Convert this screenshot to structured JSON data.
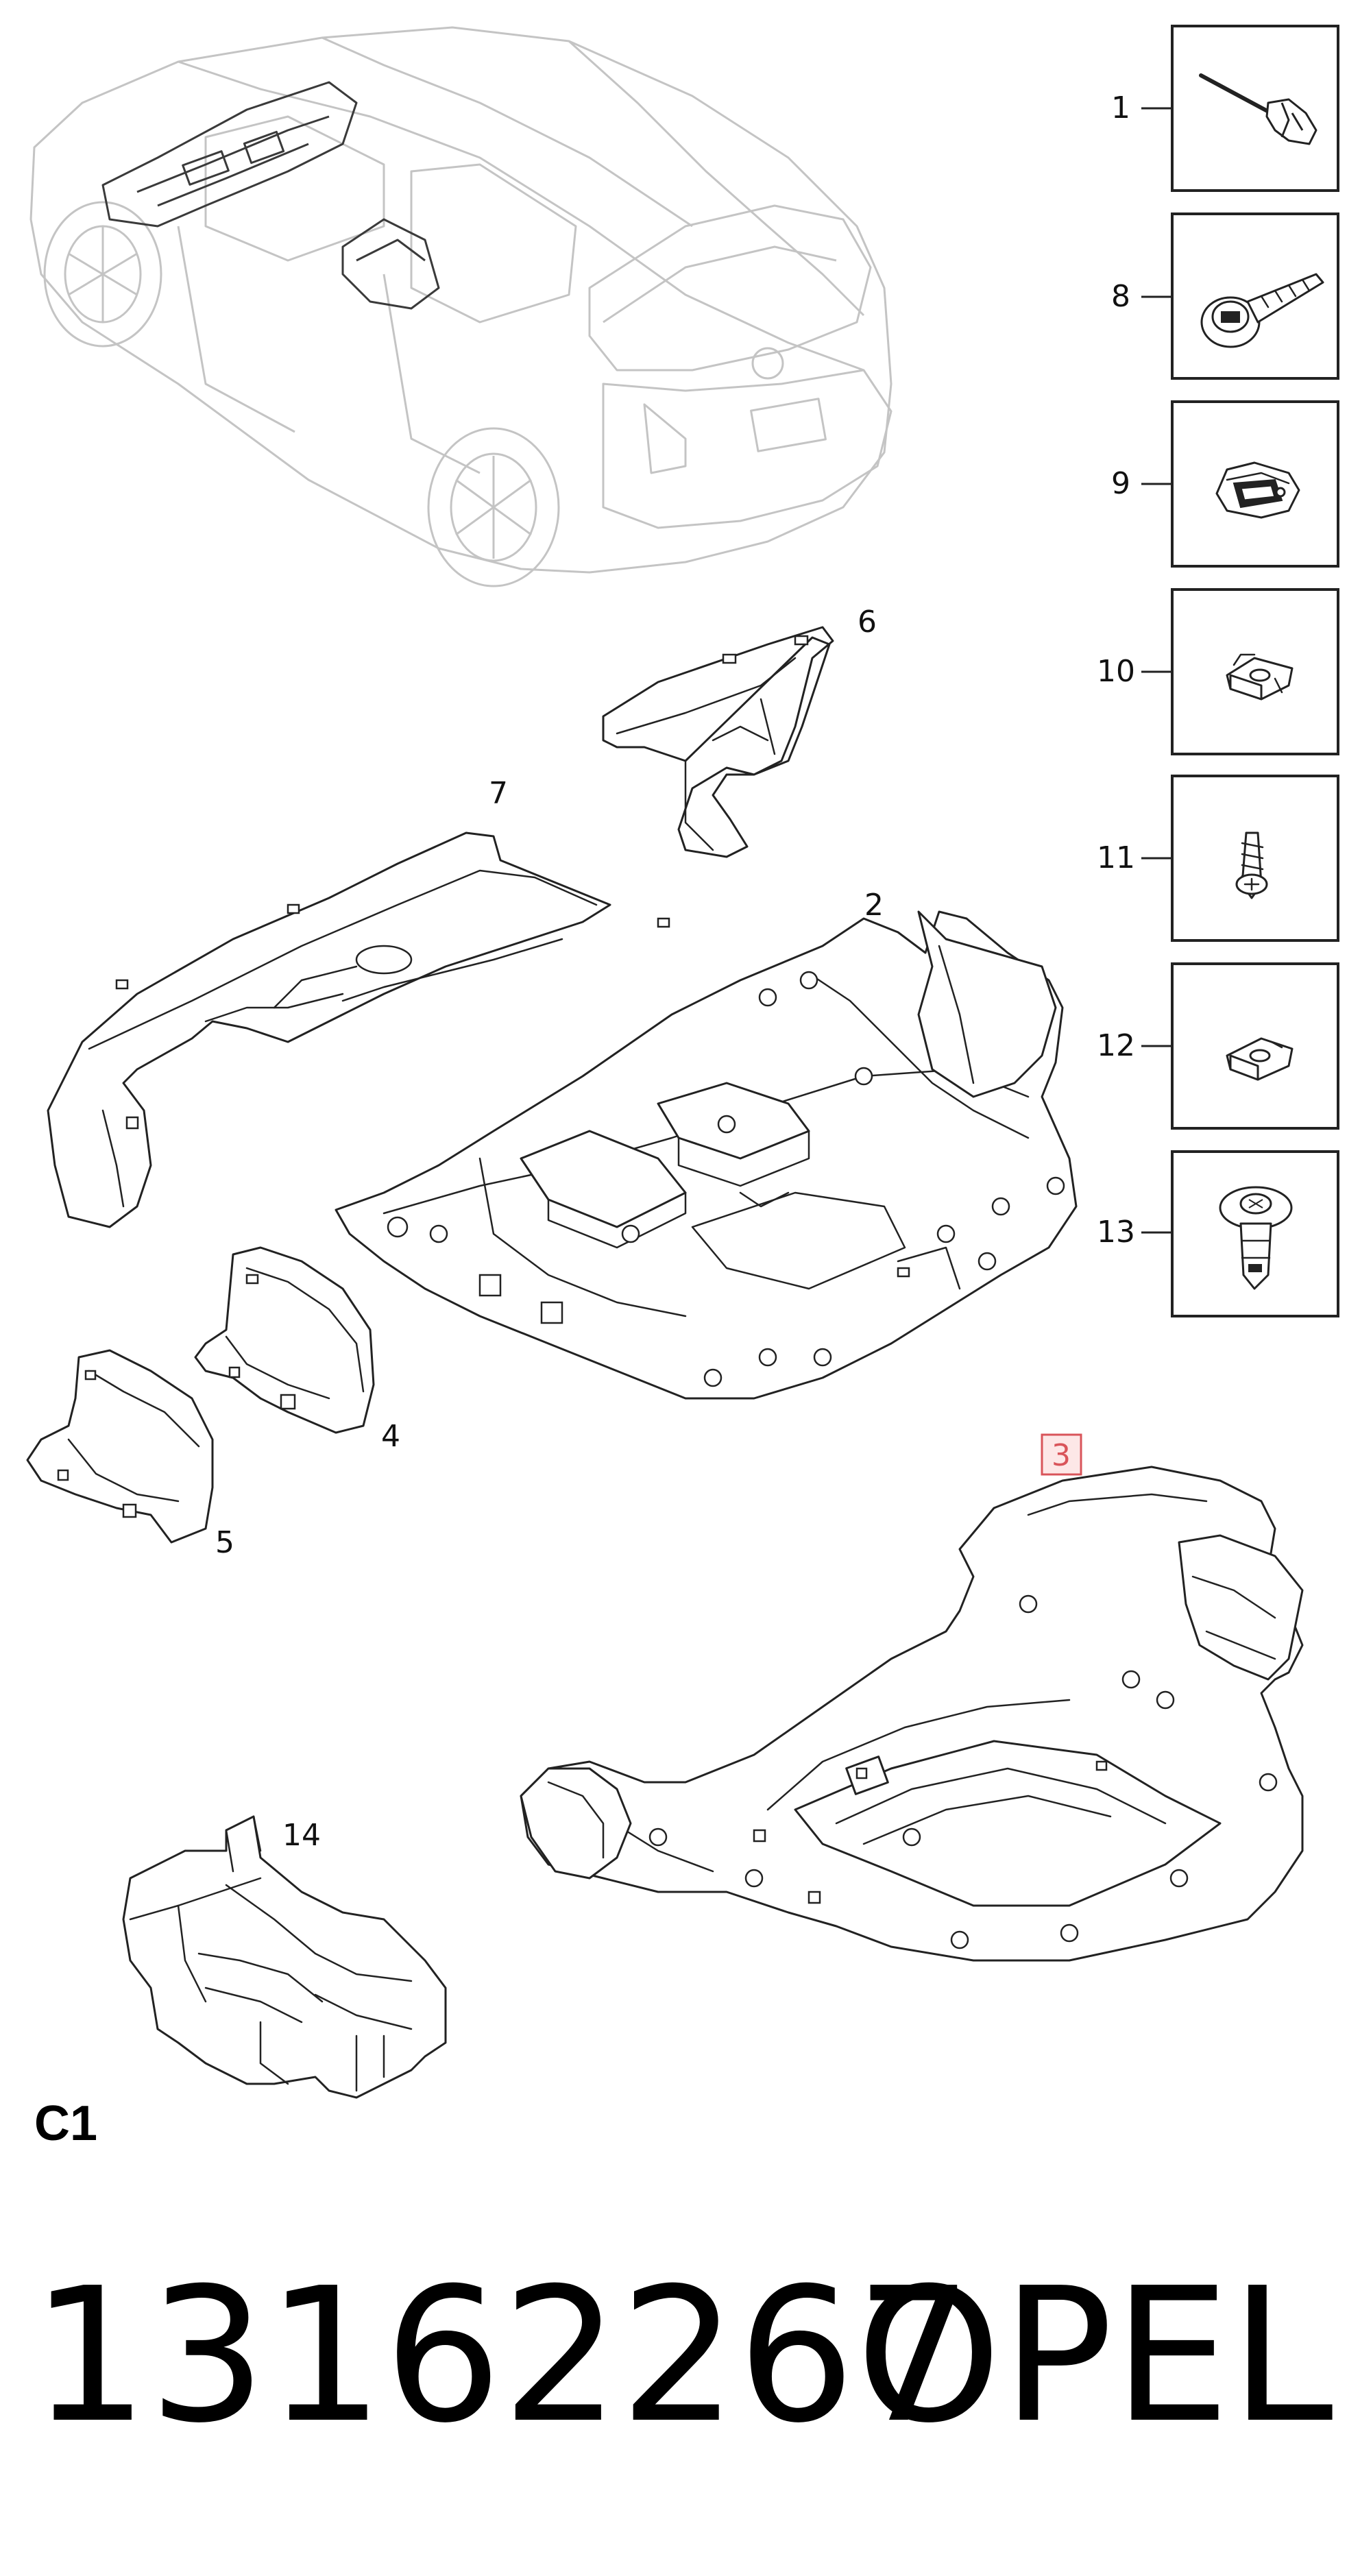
{
  "callouts": {
    "c1": "1",
    "c2": "2",
    "c3": "3",
    "c4": "4",
    "c5": "5",
    "c6": "6",
    "c7": "7",
    "c8": "8",
    "c9": "9",
    "c10": "10",
    "c11": "11",
    "c12": "12",
    "c13": "13",
    "c14": "14"
  },
  "section_code": "C1",
  "footer": {
    "part_number": "13162267",
    "brand": "OPEL"
  },
  "highlight": {
    "callout": "3",
    "color": "#d9545a"
  },
  "fastener_icons": [
    {
      "callout": "1",
      "icon": "rivet-icon"
    },
    {
      "callout": "8",
      "icon": "washer-screw-icon"
    },
    {
      "callout": "9",
      "icon": "clip-icon"
    },
    {
      "callout": "10",
      "icon": "speed-nut-icon"
    },
    {
      "callout": "11",
      "icon": "tapping-screw-icon"
    },
    {
      "callout": "12",
      "icon": "flat-nut-icon"
    },
    {
      "callout": "13",
      "icon": "expansion-rivet-icon"
    }
  ]
}
